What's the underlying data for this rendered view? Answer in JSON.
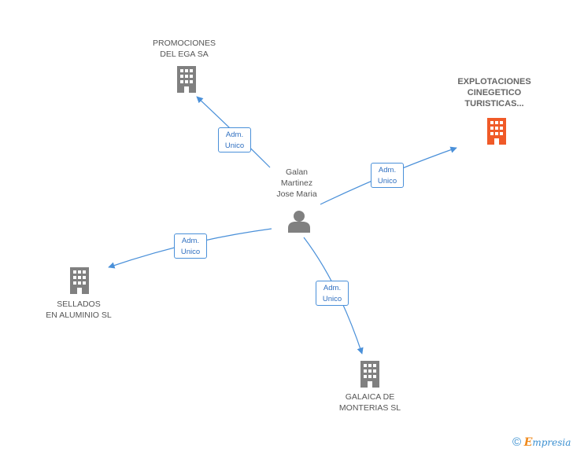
{
  "center": {
    "name_lines": [
      "Galan",
      "Martinez",
      "Jose Maria"
    ],
    "icon": "person-icon"
  },
  "nodes": [
    {
      "id": "promociones",
      "lines": [
        "PROMOCIONES",
        "DEL EGA SA"
      ],
      "icon": "building-icon",
      "highlight": false
    },
    {
      "id": "explotaciones",
      "lines": [
        "EXPLOTACIONES",
        "CINEGETICO",
        "TURISTICAS..."
      ],
      "icon": "building-icon",
      "highlight": true
    },
    {
      "id": "sellados",
      "lines": [
        "SELLADOS",
        "EN ALUMINIO SL"
      ],
      "icon": "building-icon",
      "highlight": false
    },
    {
      "id": "galaica",
      "lines": [
        "GALAICA DE",
        "MONTERIAS SL"
      ],
      "icon": "building-icon",
      "highlight": false
    }
  ],
  "edges": [
    {
      "to": "promociones",
      "label_lines": [
        "Adm.",
        "Unico"
      ]
    },
    {
      "to": "explotaciones",
      "label_lines": [
        "Adm.",
        "Unico"
      ]
    },
    {
      "to": "sellados",
      "label_lines": [
        "Adm.",
        "Unico"
      ]
    },
    {
      "to": "galaica",
      "label_lines": [
        "Adm.",
        "Unico"
      ]
    }
  ],
  "colors": {
    "building": "#808080",
    "building_highlight": "#f05a28",
    "person": "#808080",
    "edge": "#4a90d9"
  },
  "footer": {
    "copyright_symbol": "©",
    "brand_first": "E",
    "brand_rest": "mpresia"
  }
}
